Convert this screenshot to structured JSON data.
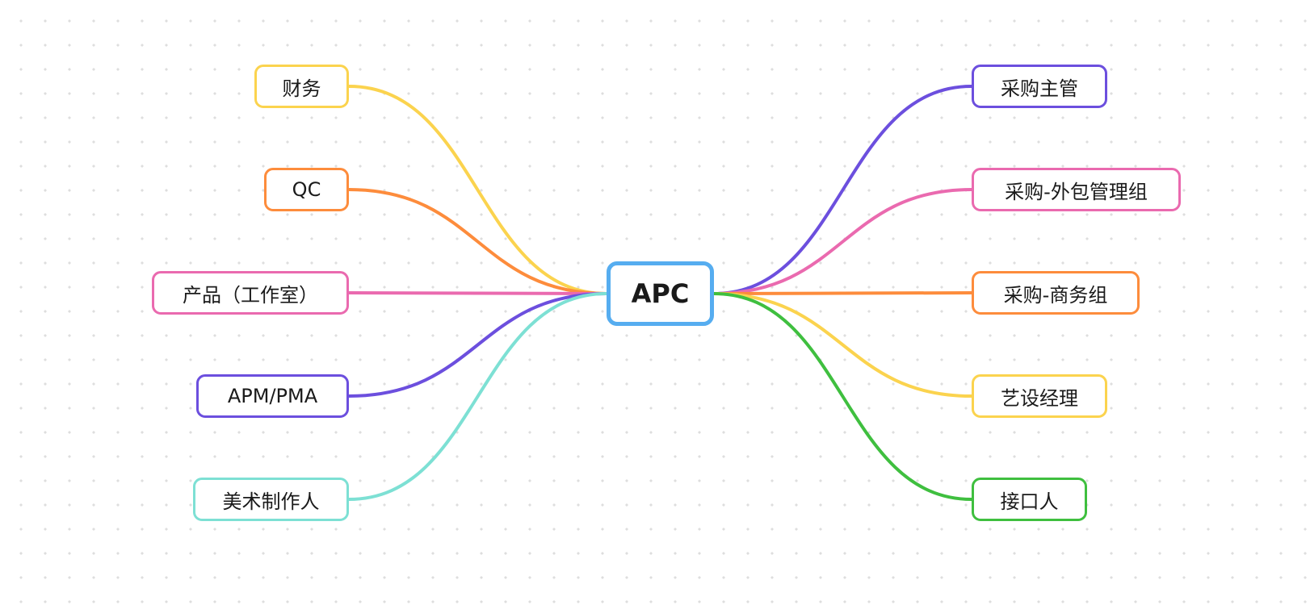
{
  "center": {
    "label": "APC",
    "color": "#56adf0"
  },
  "left_nodes": [
    {
      "label": "财务",
      "color": "#fbd34e"
    },
    {
      "label": "QC",
      "color": "#fd8c3c"
    },
    {
      "label": "产品（工作室）",
      "color": "#ea6aaf"
    },
    {
      "label": "APM/PMA",
      "color": "#6c4fde"
    },
    {
      "label": "美术制作人",
      "color": "#7de0d4"
    }
  ],
  "right_nodes": [
    {
      "label": "采购主管",
      "color": "#6c4fde"
    },
    {
      "label": "采购-外包管理组",
      "color": "#ea6aaf"
    },
    {
      "label": "采购-商务组",
      "color": "#fd8c3c"
    },
    {
      "label": "艺设经理",
      "color": "#fbd34e"
    },
    {
      "label": "接口人",
      "color": "#3fbf3f"
    }
  ]
}
